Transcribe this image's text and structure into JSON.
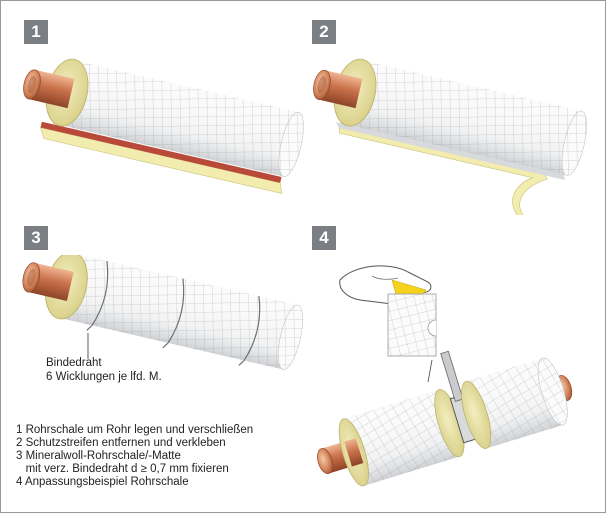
{
  "steps": [
    {
      "number": "1"
    },
    {
      "number": "2"
    },
    {
      "number": "3"
    },
    {
      "number": "4"
    }
  ],
  "callout": {
    "line1": "Bindedraht",
    "line2": "6 Wicklungen je lfd. M."
  },
  "legend": [
    "1 Rohrschale um Rohr legen und verschließen",
    "2 Schutzstreifen entfernen und verkleben",
    "3 Mineralwoll-Rohrschale/-Matte",
    "   mit verz. Bindedraht d ≥ 0,7 mm fixieren",
    "4 Anpassungsbeispiel Rohrschale"
  ],
  "colors": {
    "badge": "#7b7f84",
    "insulation_face": "#e8e2a4",
    "copper": "#c8734e",
    "mesh": "#c9cdd2",
    "tape": "#f2ecae"
  }
}
